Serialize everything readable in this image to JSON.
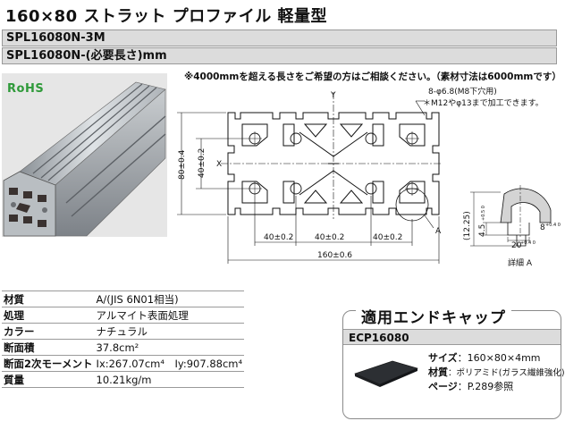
{
  "title": "160×80 ストラット プロファイル 軽量型",
  "part_numbers": [
    "SPL16080N-3M",
    "SPL16080N-(必要長さ)mm"
  ],
  "note": "※4000mmを超える長さをご希望の方はご相談ください。（素材寸法は6000mmです）",
  "logo_text": "RoHS",
  "drawing": {
    "axis_y": "Y",
    "axis_x": "X",
    "hole_note": "8-φ6.8(M8下穴用)",
    "hole_note2": "＊M12やφ13まで加工できます。",
    "height_outer": "80±0.4",
    "height_inner": "40±0.2",
    "spacing1": "40±0.2",
    "spacing2": "40±0.2",
    "spacing3": "40±0.2",
    "width": "160±0.6",
    "detail_ref": "A"
  },
  "detail": {
    "depth": "(12.25)",
    "dim1": "4.5",
    "dim1_tol": "+0.5 0",
    "dim2": "20",
    "dim2_tol": "+0.4 0",
    "dim3": "8",
    "dim3_tol": "+0.4 0",
    "caption": "詳細 A"
  },
  "properties": [
    {
      "label": "材質",
      "value": "A/(JIS 6N01相当)"
    },
    {
      "label": "処理",
      "value": "アルマイト表面処理"
    },
    {
      "label": "カラー",
      "value": "ナチュラル"
    },
    {
      "label": "断面積",
      "value": "37.8cm²"
    },
    {
      "label": "断面2次モーメント",
      "value": "Ix:267.07cm⁴　Iy:907.88cm⁴"
    },
    {
      "label": "質量",
      "value": "10.21kg/m"
    }
  ],
  "endcap": {
    "heading": "適用エンドキャップ",
    "part": "ECP16080",
    "size_label": "サイズ",
    "size_value": "：160×80×4mm",
    "material_label": "材質",
    "material_value": "：ポリアミド(ガラス繊維強化)",
    "page_label": "ページ",
    "page_value": "：P.289参照"
  }
}
